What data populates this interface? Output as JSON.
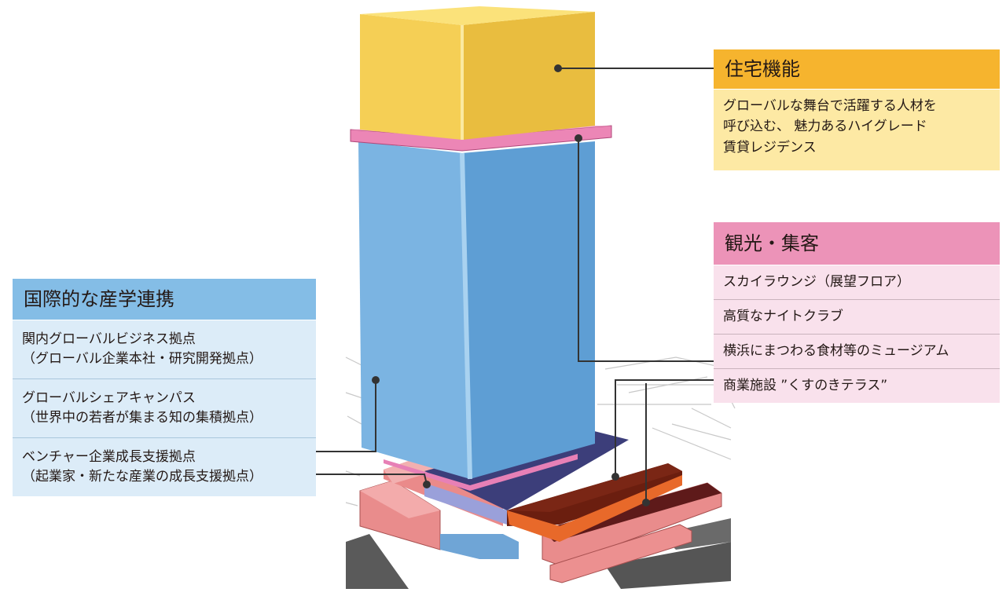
{
  "residential": {
    "title": "住宅機能",
    "lines": [
      "グローバルな舞台で活躍する人材を",
      "呼び込む、 魅力あるハイグレード",
      "賃貸レジデンス"
    ]
  },
  "tourism": {
    "title": "観光・集客",
    "items": [
      "スカイラウンジ（展望フロア）",
      "高質なナイトクラブ",
      "横浜にまつわる食材等のミュージアム",
      "商業施設 ”くすのきテラス”"
    ]
  },
  "academia": {
    "title": "国際的な産学連携",
    "items": [
      {
        "line1": "関内グローバルビジネス拠点",
        "line2": "（グローバル企業本社・研究開発拠点）"
      },
      {
        "line1": "グローバルシェアキャンパス",
        "line2": "（世界中の若者が集まる知の集積拠点）"
      },
      {
        "line1": "ベンチャー企業成長支援拠点",
        "line2": "（起業家・新たな産業の成長支援拠点）"
      }
    ]
  },
  "colors": {
    "residential": "#f5cf55",
    "office": "#76b0dd",
    "lounge_band": "#ec86b6",
    "commercial": "#e8692a",
    "podium": "#ec8c8c",
    "venture": "#9aa0da"
  }
}
